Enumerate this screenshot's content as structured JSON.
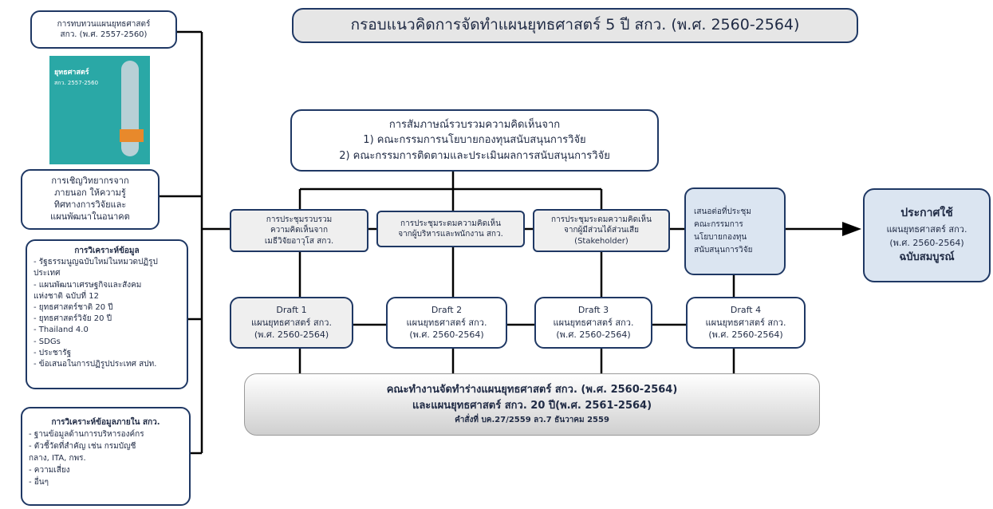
{
  "title": "กรอบแนวคิดการจัดทำแผนยุทธศาสตร์ 5 ปี สกว. (พ.ศ. 2560-2564)",
  "review_box": {
    "lines": [
      "การทบทวนแผนยุทธศาสตร์",
      "สกว. (พ.ศ. 2557-2560)"
    ]
  },
  "book_cover": {
    "title": "ยุทธศาสตร์",
    "subtitle": "สกว. 2557-2560"
  },
  "expert_box": {
    "lines": [
      "การเชิญวิทยากรจาก",
      "ภายนอก ให้ความรู้",
      "ทิศทางการวิจัยและ",
      "แผนพัฒนาในอนาคต"
    ]
  },
  "analysis_box": {
    "heading": "การวิเคราะห์ข้อมูล",
    "items": [
      "- รัฐธรรมนูญฉบับใหม่ในหมวดปฏิรูป",
      "ประเทศ",
      "- แผนพัฒนาเศรษฐกิจและสังคม",
      "แห่งชาติ ฉบับที่ 12",
      "- ยุทธศาสตร์ชาติ 20 ปี",
      "- ยุทธศาสตร์วิจัย 20 ปี",
      "- Thailand 4.0",
      "-    SDGs",
      "-    ประชารัฐ",
      "- ข้อเสนอในการปฏิรูปประเทศ  สปท."
    ]
  },
  "internal_box": {
    "heading": "การวิเคราะห์ข้อมูลภายใน สกว.",
    "items": [
      "- ฐานข้อมูลด้านการบริหารองค์กร",
      "- ตัวชี้วัดที่สำคัญ เช่น กรมบัญชี",
      "กลาง, ITA, กพร.",
      "- ความเสี่ยง",
      "- อื่นๆ"
    ]
  },
  "interview_box": {
    "lines": [
      "การสัมภาษณ์รวบรวมความคิดเห็นจาก",
      "1) คณะกรรมการนโยบายกองทุนสนับสนุนการวิจัย",
      "2) คณะกรรมการติดตามและประเมินผลการสนับสนุนการวิจัย"
    ]
  },
  "meetings": [
    {
      "lines": [
        "การประชุมรวบรวม",
        "ความคิดเห็นจาก",
        "เมธีวิจัยอาวุโส สกว."
      ]
    },
    {
      "lines": [
        "การประชุมระดมความคิดเห็น",
        "จากผู้บริหารและพนักงาน สกว."
      ]
    },
    {
      "lines": [
        "การประชุมระดมความคิดเห็น",
        "จากผู้มีส่วนได้ส่วนเสีย",
        "(Stakeholder)"
      ]
    }
  ],
  "propose_box": {
    "lines": [
      "เสนอต่อที่ประชุม",
      "คณะกรรมการ",
      "นโยบายกองทุน",
      "สนับสนุนการวิจัย"
    ]
  },
  "announce_box": {
    "title": "ประกาศใช้",
    "line2": "แผนยุทธศาสตร์ สกว.",
    "line3": "(พ.ศ. 2560-2564)",
    "line4": "ฉบับสมบูรณ์"
  },
  "drafts": [
    {
      "label": "Draft 1",
      "line2": "แผนยุทธศาสตร์ สกว.",
      "line3": "(พ.ศ. 2560-2564)"
    },
    {
      "label": "Draft 2",
      "line2": "แผนยุทธศาสตร์ สกว.",
      "line3": "(พ.ศ. 2560-2564)"
    },
    {
      "label": "Draft 3",
      "line2": "แผนยุทธศาสตร์ สกว.",
      "line3": "(พ.ศ. 2560-2564)"
    },
    {
      "label": "Draft 4",
      "line2": "แผนยุทธศาสตร์ สกว.",
      "line3": "(พ.ศ. 2560-2564)"
    }
  ],
  "committee_box": {
    "line1": "คณะทำงานจัดทำร่างแผนยุทธศาสตร์  สกว. (พ.ศ. 2560-2564)",
    "line2": "และแผนยุทธศาสตร์ สกว. 20 ปี(พ.ศ. 2561-2564)",
    "line3": "คำสั่งที่ บค.27/2559  ลว.7 ธันวาคม 2559"
  },
  "colors": {
    "border": "#1f3864",
    "line": "#000000",
    "light_blue": "#dbe5f1",
    "gray": "#efefef"
  }
}
